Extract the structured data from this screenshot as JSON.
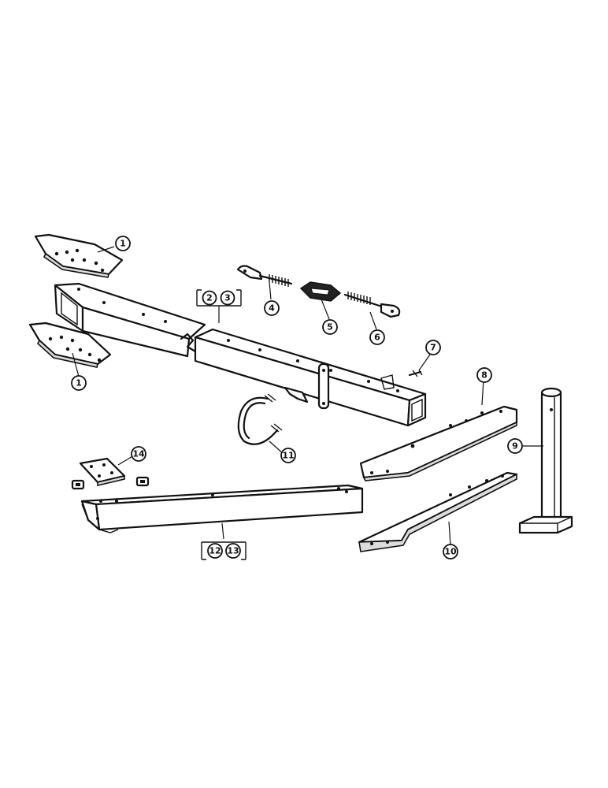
{
  "diagram": {
    "callouts": {
      "c1a": "1",
      "c1b": "1",
      "c2": "2",
      "c3": "3",
      "c4": "4",
      "c5": "5",
      "c6": "6",
      "c7": "7",
      "c8": "8",
      "c9": "9",
      "c10": "10",
      "c11": "11",
      "c12": "12",
      "c13": "13",
      "c14": "14"
    }
  }
}
